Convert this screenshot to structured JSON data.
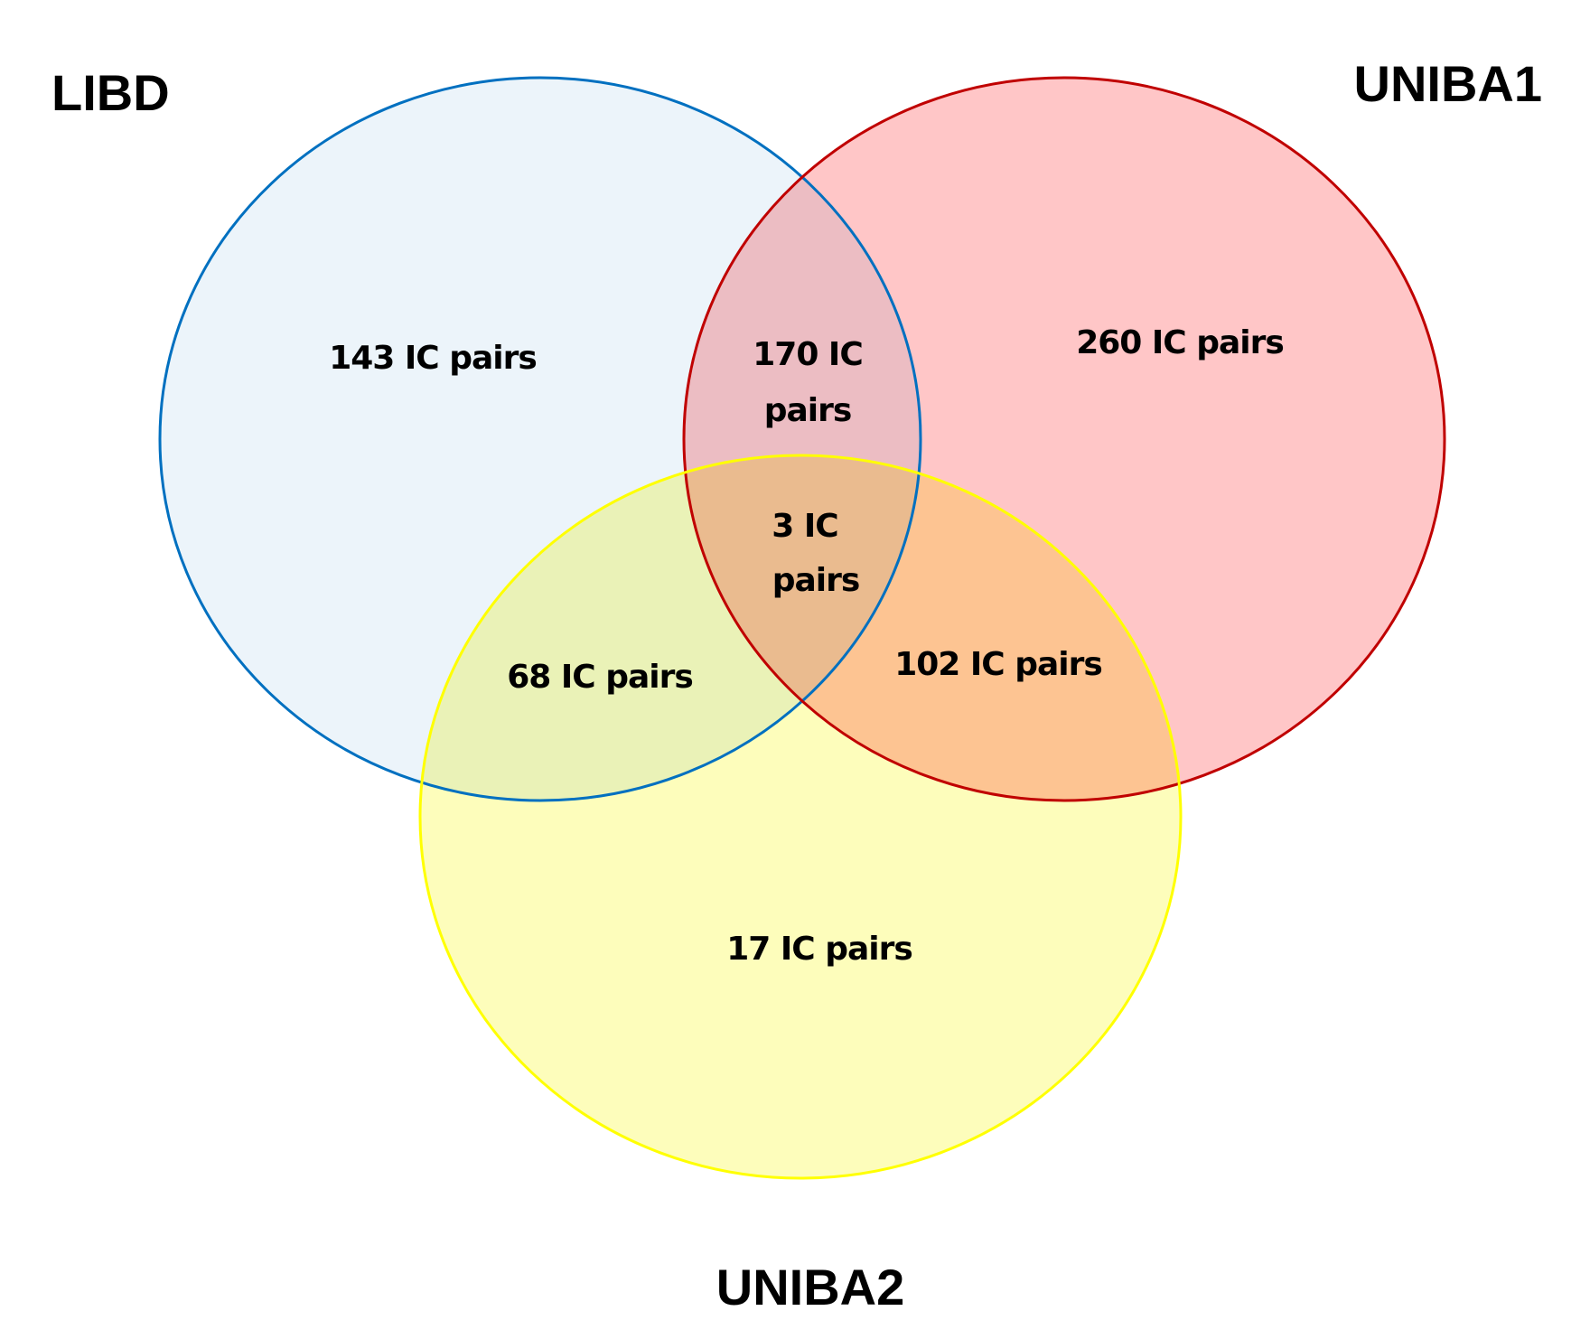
{
  "sets": [
    {
      "name": "LIBD",
      "fill": "#ECF4FA",
      "stroke": "#0070C0"
    },
    {
      "name": "UNIBA1",
      "fill": "#FFC6C7",
      "stroke": "#C00000"
    },
    {
      "name": "UNIBA2",
      "fill": "#FDFDBB",
      "stroke": "#FFFF00"
    }
  ],
  "regions": {
    "libd_only": {
      "line1": "143 IC pairs"
    },
    "uniba1_only": {
      "line1": "260 IC pairs"
    },
    "uniba2_only": {
      "line1": "17 IC pairs"
    },
    "libd_uniba1": {
      "line1": "170 IC",
      "line2": "pairs"
    },
    "libd_uniba2": {
      "line1": "68 IC pairs"
    },
    "uniba1_uniba2": {
      "line1": "102 IC pairs"
    },
    "all_three": {
      "line1": "3 IC",
      "line2": "pairs"
    }
  }
}
